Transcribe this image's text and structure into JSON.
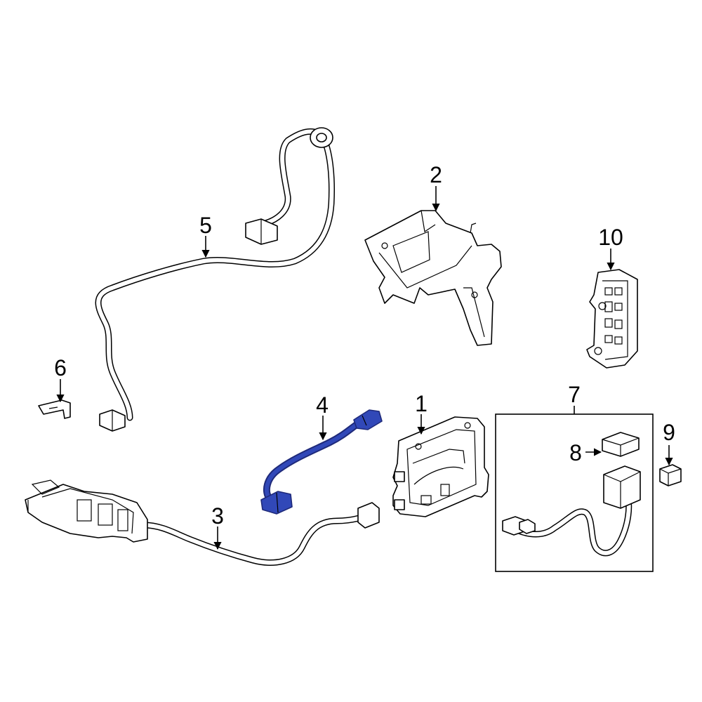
{
  "diagram": {
    "highlight_color": "#3148b8",
    "callouts": [
      {
        "id": "1",
        "label": "1"
      },
      {
        "id": "2",
        "label": "2"
      },
      {
        "id": "3",
        "label": "3"
      },
      {
        "id": "4",
        "label": "4"
      },
      {
        "id": "5",
        "label": "5"
      },
      {
        "id": "6",
        "label": "6"
      },
      {
        "id": "7",
        "label": "7"
      },
      {
        "id": "8",
        "label": "8"
      },
      {
        "id": "9",
        "label": "9"
      },
      {
        "id": "10",
        "label": "10"
      }
    ]
  }
}
